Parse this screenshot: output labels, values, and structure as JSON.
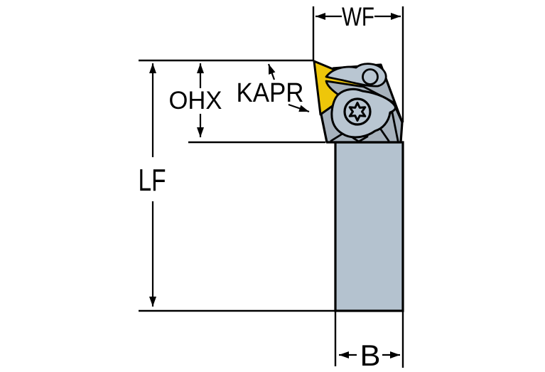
{
  "diagram": {
    "labels": {
      "wf": "WF",
      "ohx": "OHX",
      "kapr": "KAPR",
      "lf": "LF",
      "b": "B"
    },
    "colors": {
      "background": "#ffffff",
      "outline": "#000000",
      "head_body": "#a7b2bd",
      "shank": "#b4c2cf",
      "clamp": "#b9c6d2",
      "insert": "#eec60a"
    }
  }
}
